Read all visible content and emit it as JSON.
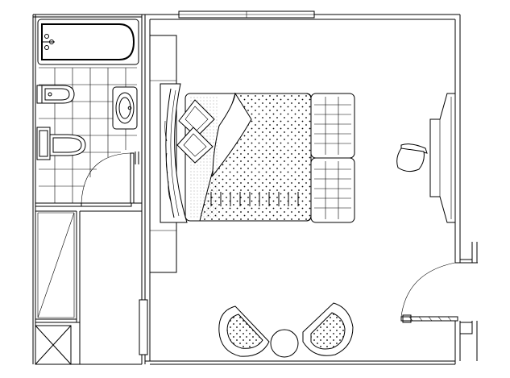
{
  "drawing": {
    "style": "black-line architectural floor plan on white",
    "colors": {
      "line": "#000000",
      "background": "#ffffff"
    }
  },
  "rooms": [
    {
      "id": "bathroom",
      "fixtures": [
        "bathtub",
        "toilet",
        "bidet",
        "washbasin",
        "hinged-door"
      ]
    },
    {
      "id": "closet",
      "fixtures": [
        "x-marked-storage-box"
      ]
    },
    {
      "id": "bedroom",
      "fixtures": [
        "double-bed",
        "two-pillows",
        "headboard",
        "two-nightstands",
        "desk",
        "desk-chair",
        "two-armchairs",
        "round-coffee-table",
        "entry-door",
        "window"
      ]
    }
  ]
}
